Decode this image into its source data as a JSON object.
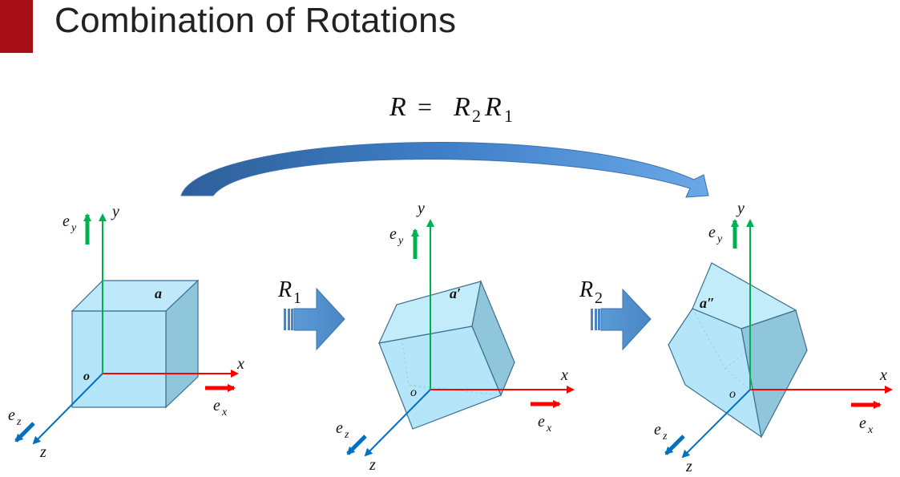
{
  "slide": {
    "title": "Combination of Rotations",
    "accent_color": "#a50f15"
  },
  "formula": {
    "lhs": "R",
    "eq": "=",
    "r2": "R",
    "r2_sub": "2",
    "r1": "R",
    "r1_sub": "1"
  },
  "steps": [
    {
      "label": "R",
      "sub": "1"
    },
    {
      "label": "R",
      "sub": "2"
    }
  ],
  "panels": [
    {
      "vector": "a",
      "origin": "o",
      "x": "x",
      "y": "y",
      "z": "z",
      "ex": "e",
      "ex_sub": "x",
      "ey": "e",
      "ey_sub": "y",
      "ez": "e",
      "ez_sub": "z"
    },
    {
      "vector": "a′",
      "origin": "o",
      "x": "x",
      "y": "y",
      "z": "z",
      "ex": "e",
      "ex_sub": "x",
      "ey": "e",
      "ey_sub": "y",
      "ez": "e",
      "ez_sub": "z"
    },
    {
      "vector": "a″",
      "origin": "o",
      "x": "x",
      "y": "y",
      "z": "z",
      "ex": "e",
      "ex_sub": "x",
      "ey": "e",
      "ey_sub": "y",
      "ez": "e",
      "ez_sub": "z"
    }
  ],
  "colors": {
    "x_axis": "#ff0000",
    "y_axis": "#00b050",
    "z_axis": "#0070c0",
    "cube_fill": "#9ddcf5",
    "cube_stroke": "#3b6f8f",
    "arrow_blue": "#4a8fd6"
  }
}
